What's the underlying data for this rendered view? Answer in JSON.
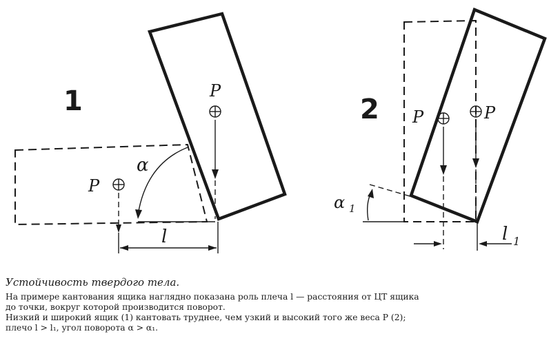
{
  "figure": {
    "fig1": {
      "number": "1",
      "force": "P",
      "arm": "l",
      "angle": "α"
    },
    "fig2": {
      "number": "2",
      "force_left": "P",
      "force_right": "P",
      "arm": "l",
      "arm_sub": "1",
      "angle": "α",
      "angle_sub": "1"
    }
  },
  "caption": {
    "title": "Устойчивость твердого тела.",
    "lines": [
      "На примере кантования ящика наглядно показана роль плеча l — расстояния от ЦТ ящика",
      "до точки, вокруг которой производится поворот.",
      "Низкий и широкий ящик (1) кантовать труднее, чем узкий и высокий того же веса P (2);",
      "плечо l > l₁, угол поворота α > α₁."
    ]
  },
  "colors": {
    "ink": "#1a1a1a",
    "paper": "#ffffff"
  }
}
